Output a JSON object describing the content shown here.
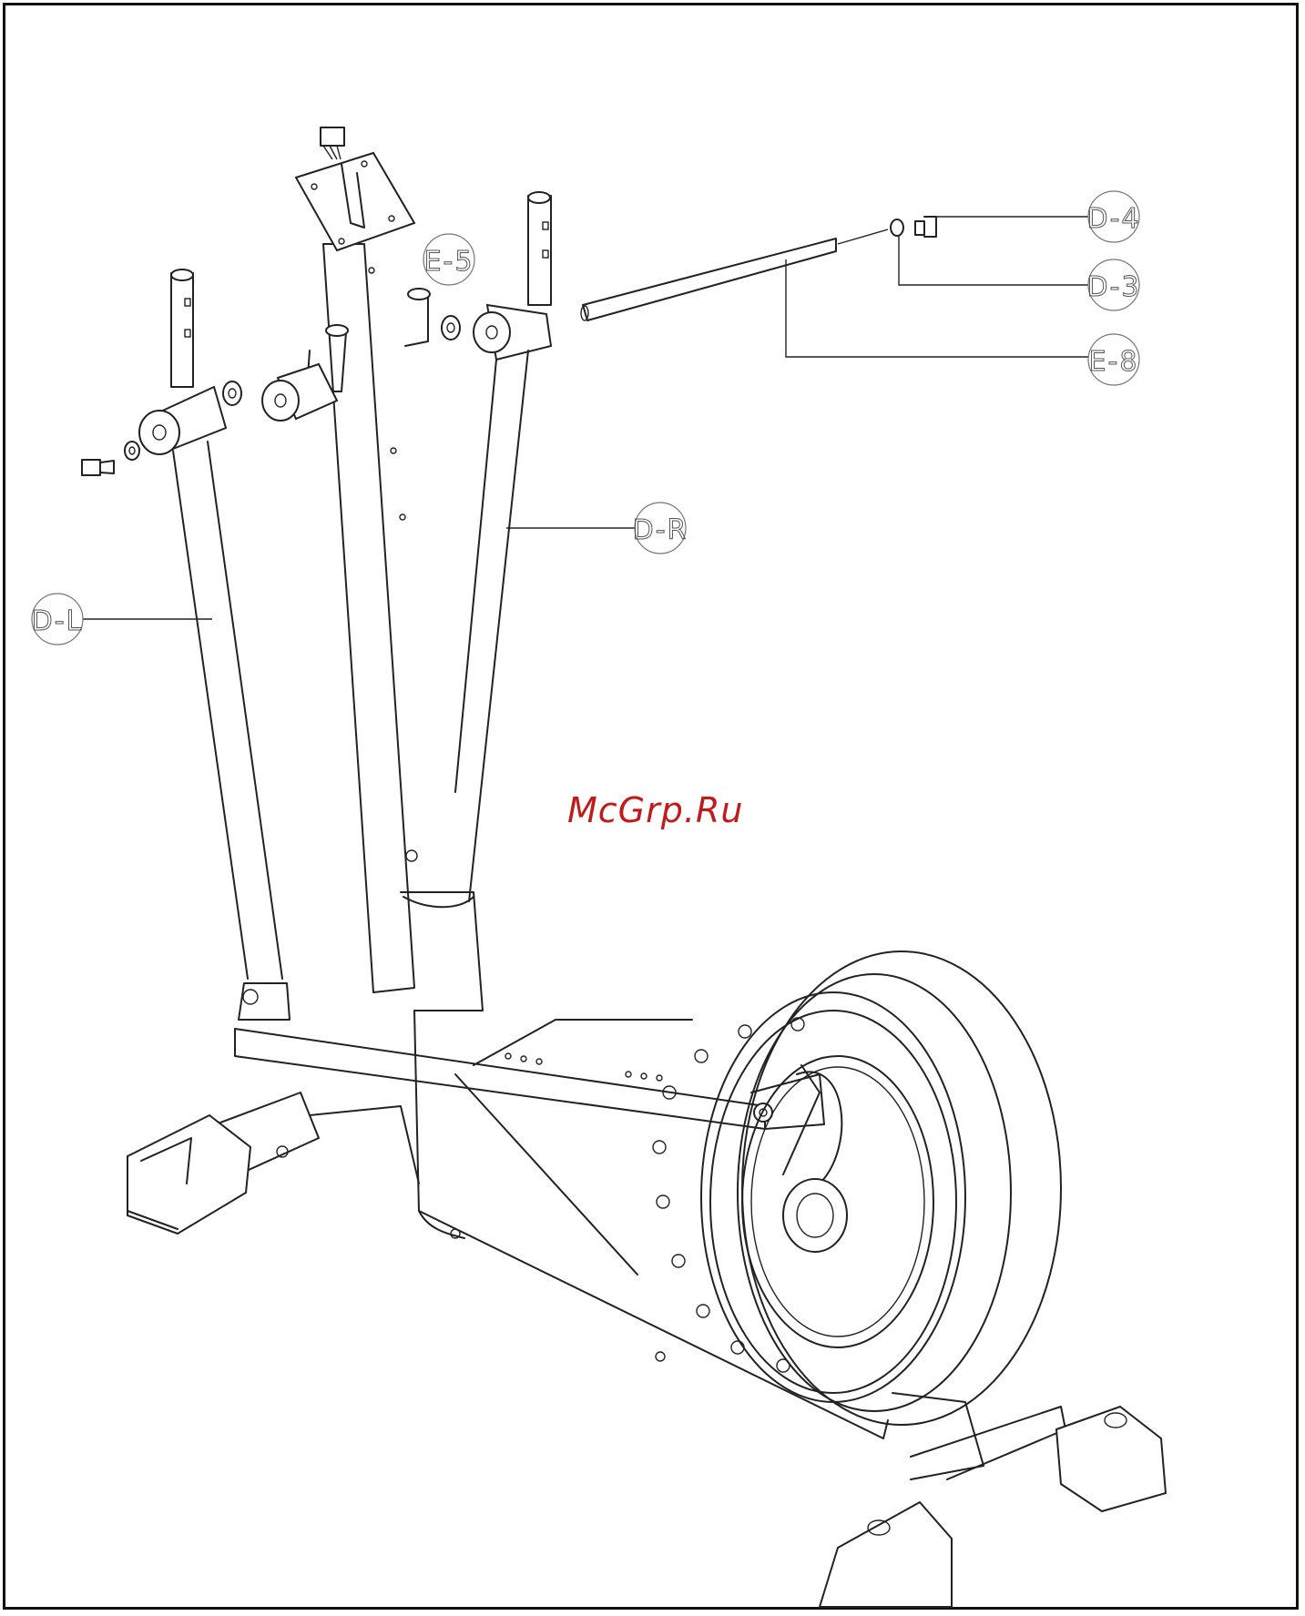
{
  "watermark": "McGrp.Ru",
  "callouts": {
    "d4": "D-4",
    "d3": "D-3",
    "e8": "E-8",
    "e5": "E-5",
    "dr": "D-R",
    "dl": "D-L"
  },
  "colors": {
    "line": "#222222",
    "watermark": "#c21a1a",
    "callout_stroke": "#777777"
  }
}
